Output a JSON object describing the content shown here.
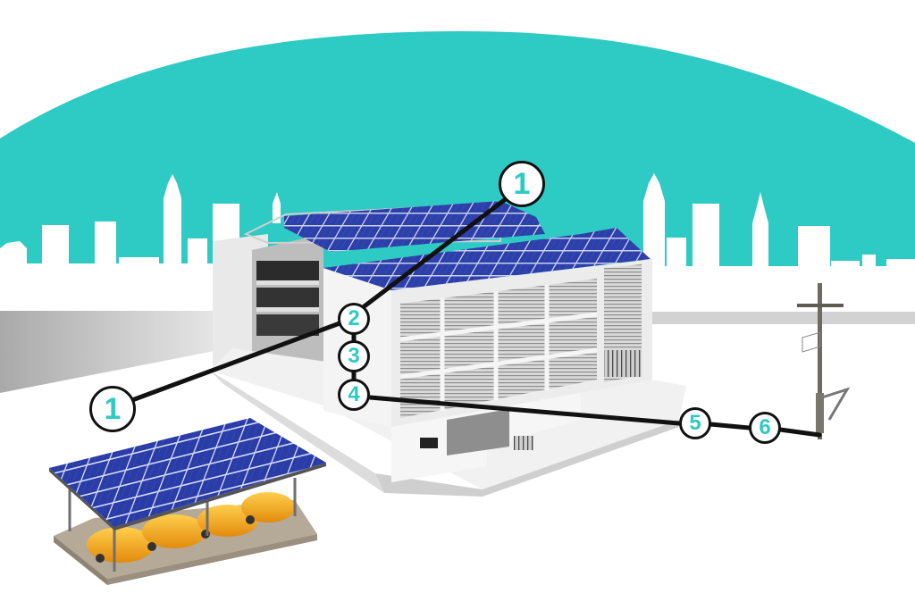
{
  "diagram": {
    "subject": "Solar-powered commercial building connected to utility grid",
    "colors": {
      "sky_arc": "#2ecac4",
      "skyline": "#ffffff",
      "solar_panel": "#2d3fa8",
      "panel_grid": "#c9d0f0",
      "building": "#eeeeee",
      "car": "#f2a516",
      "callout_text": "#2ecac4",
      "callout_border": "#111111",
      "connector_line": "#111111"
    },
    "callouts": [
      {
        "id": "1a",
        "label": "1",
        "target": "rooftop-solar-array"
      },
      {
        "id": "1b",
        "label": "1",
        "target": "carport-solar-array"
      },
      {
        "id": "2",
        "label": "2"
      },
      {
        "id": "3",
        "label": "3"
      },
      {
        "id": "4",
        "label": "4"
      },
      {
        "id": "5",
        "label": "5"
      },
      {
        "id": "6",
        "label": "6",
        "target": "utility-pole"
      }
    ],
    "elements": {
      "skyline": "city-skyline-silhouette",
      "building": "multi-story-office-building",
      "rooftop": "rooftop-solar-panels",
      "carport": "solar-carport",
      "cars": [
        "car",
        "car",
        "car",
        "car"
      ],
      "pole": "utility-pole"
    }
  }
}
